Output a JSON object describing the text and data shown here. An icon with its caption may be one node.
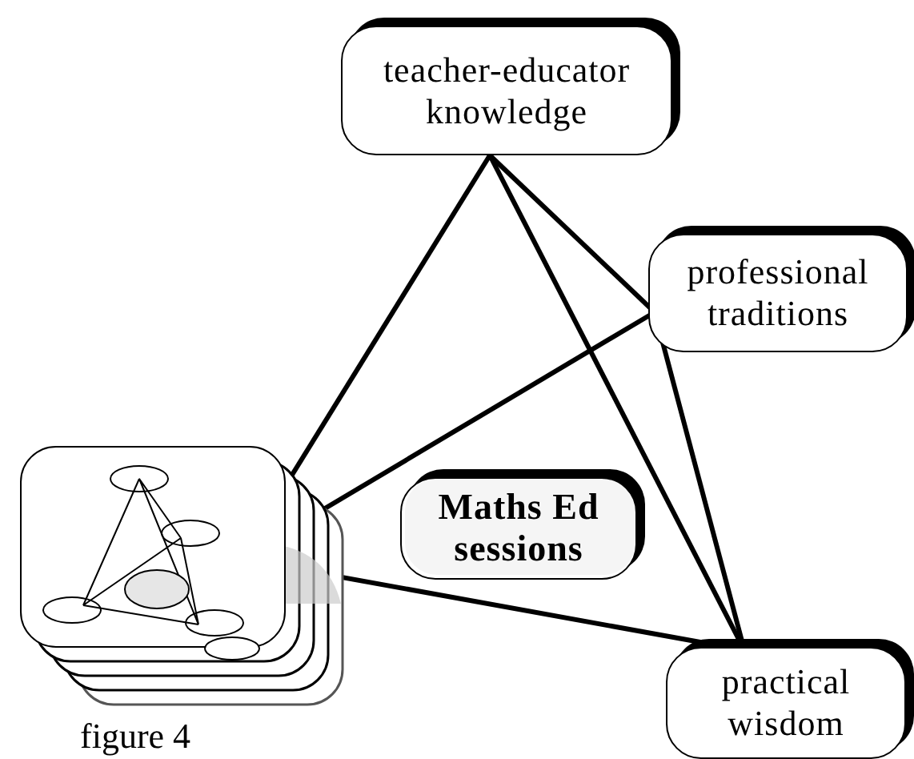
{
  "diagram": {
    "nodes": [
      {
        "text": [
          "teacher-educator knowledge"
        ]
      },
      {
        "text": [
          "professional traditions"
        ]
      },
      {
        "text": [
          "Maths Ed sessions"
        ]
      },
      {
        "text": [
          "practical wisdom"
        ]
      },
      {
        "text": [],
        "shape": "picture",
        "beside": [
          "figure 4"
        ]
      }
    ],
    "edges": [
      {
        "from": 0,
        "to": 4,
        "arrow": "none"
      },
      {
        "from": 0,
        "to": 3,
        "arrow": "none"
      },
      {
        "from": 0,
        "to": 1,
        "arrow": "none"
      },
      {
        "from": 1,
        "to": 4,
        "arrow": "none"
      },
      {
        "from": 1,
        "to": 3,
        "arrow": "none"
      },
      {
        "from": 4,
        "to": 3,
        "arrow": "none"
      }
    ]
  }
}
